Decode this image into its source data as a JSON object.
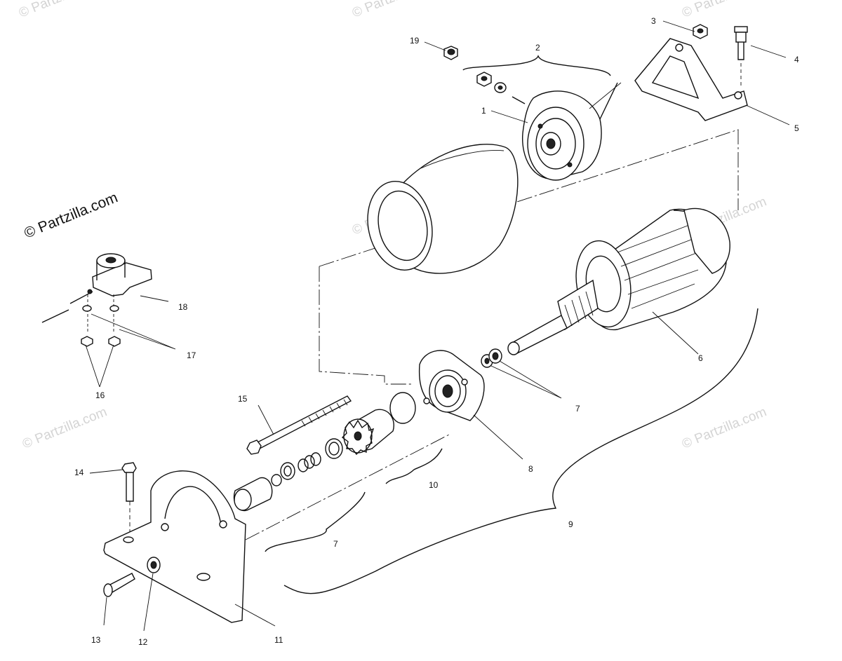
{
  "copyright": "© Partzilla.com",
  "watermark": "© Partzilla.com",
  "labels": {
    "p1": "1",
    "p2": "2",
    "p3": "3",
    "p4": "4",
    "p5": "5",
    "p6": "6",
    "p7a": "7",
    "p7b": "7",
    "p8": "8",
    "p9": "9",
    "p10": "10",
    "p11": "11",
    "p12": "12",
    "p13": "13",
    "p14": "14",
    "p15": "15",
    "p16": "16",
    "p17": "17",
    "p18": "18",
    "p19": "19"
  }
}
